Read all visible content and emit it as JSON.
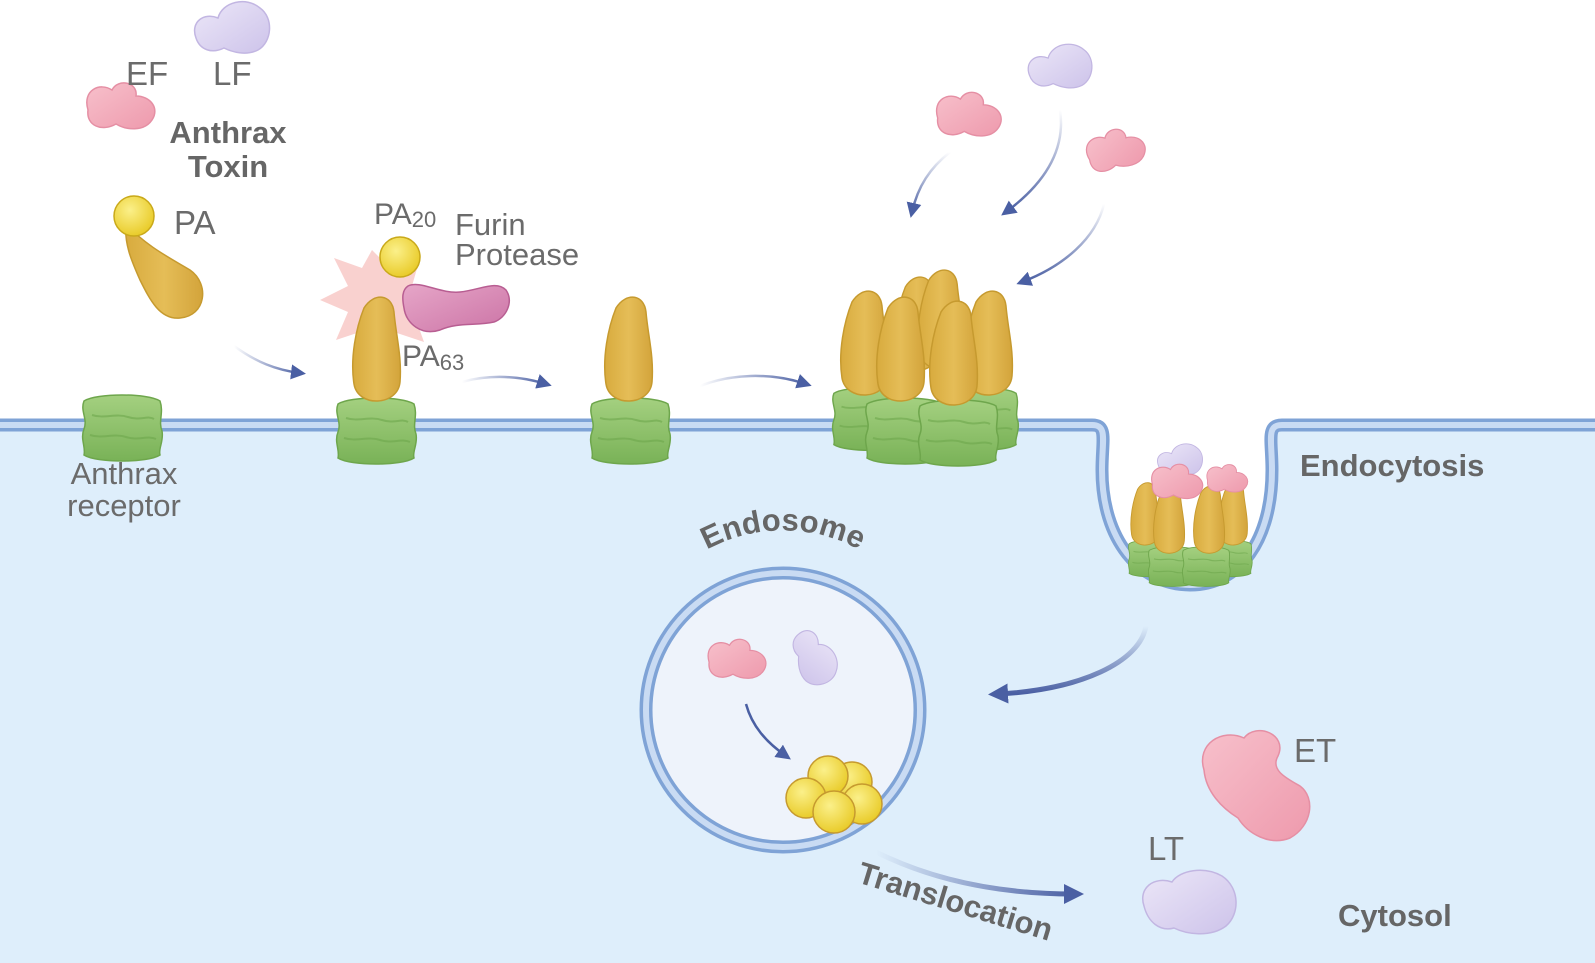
{
  "labels": {
    "ef": "EF",
    "lf": "LF",
    "toxin_line1": "Anthrax",
    "toxin_line2": "Toxin",
    "pa": "PA",
    "pa20_base": "PA",
    "pa20_sub": "20",
    "furin_line1": "Furin",
    "furin_line2": "Protease",
    "pa63_base": "PA",
    "pa63_sub": "63",
    "receptor_line1": "Anthrax",
    "receptor_line2": "receptor",
    "endocytosis": "Endocytosis",
    "endosome": "Endosome",
    "translocation": "Translocation",
    "et": "ET",
    "lt": "LT",
    "cytosol": "Cytosol"
  },
  "colors": {
    "cytosol": "#deeefb",
    "membrane": "#7fa3d6",
    "membrane_inner": "#c9dbf3",
    "arrow": "#4a5fa3",
    "ef_pink": "#f2a9b7",
    "lf_lavender": "#dcd5f0",
    "pa_gold": "#e0b64c",
    "pa20_yellow": "#f4dc3c",
    "receptor_green": "#8cc06a",
    "furin_magenta": "#d98ab5"
  },
  "icons": [
    "ef-protein-icon",
    "lf-protein-icon",
    "pa-protein-icon",
    "anthrax-receptor-icon",
    "furin-protease-icon",
    "cleavage-burst-icon",
    "pa-oligomer-icon",
    "endosome-vesicle-icon",
    "pore-complex-icon"
  ]
}
